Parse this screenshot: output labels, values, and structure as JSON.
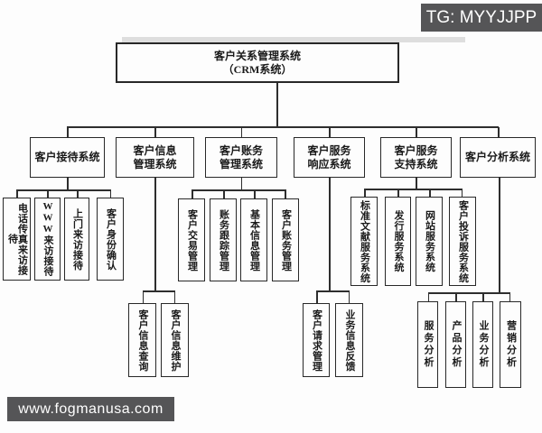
{
  "overlays": {
    "tg_badge": "TG: MYYJJPP",
    "site_badge": "www.fogmanusa.com"
  },
  "colors": {
    "badge_background": "#555557",
    "line_color": "#2e2e2e",
    "box_border": "#282828",
    "page_background": "#fdfdfd"
  },
  "tree": {
    "root": "客户关系管理系统\n（CRM系统）",
    "branches": [
      {
        "label": "客户接待系统",
        "children": [
          "电话传真来访接待",
          "WWW来访接待",
          "上门来访接待",
          "客户身份确认"
        ]
      },
      {
        "label": "客户信息\n管理系统",
        "children": [
          "客户信息查询",
          "客户信息维护"
        ]
      },
      {
        "label": "客户账务\n管理系统",
        "children": [
          "客户交易管理",
          "账务跟踪管理",
          "基本信息管理",
          "客户账务管理"
        ]
      },
      {
        "label": "客户服务\n响应系统",
        "children": [
          "客户请求管理",
          "业务信息反馈"
        ]
      },
      {
        "label": "客户服务\n支持系统",
        "children": [
          "标准文献服务系统",
          "发行服务系统",
          "网站服务系统",
          "客户投诉服务系统"
        ]
      },
      {
        "label": "客户分析系统",
        "children": [
          "服务分析",
          "产品分析",
          "业务分析",
          "营销分析"
        ]
      }
    ]
  }
}
